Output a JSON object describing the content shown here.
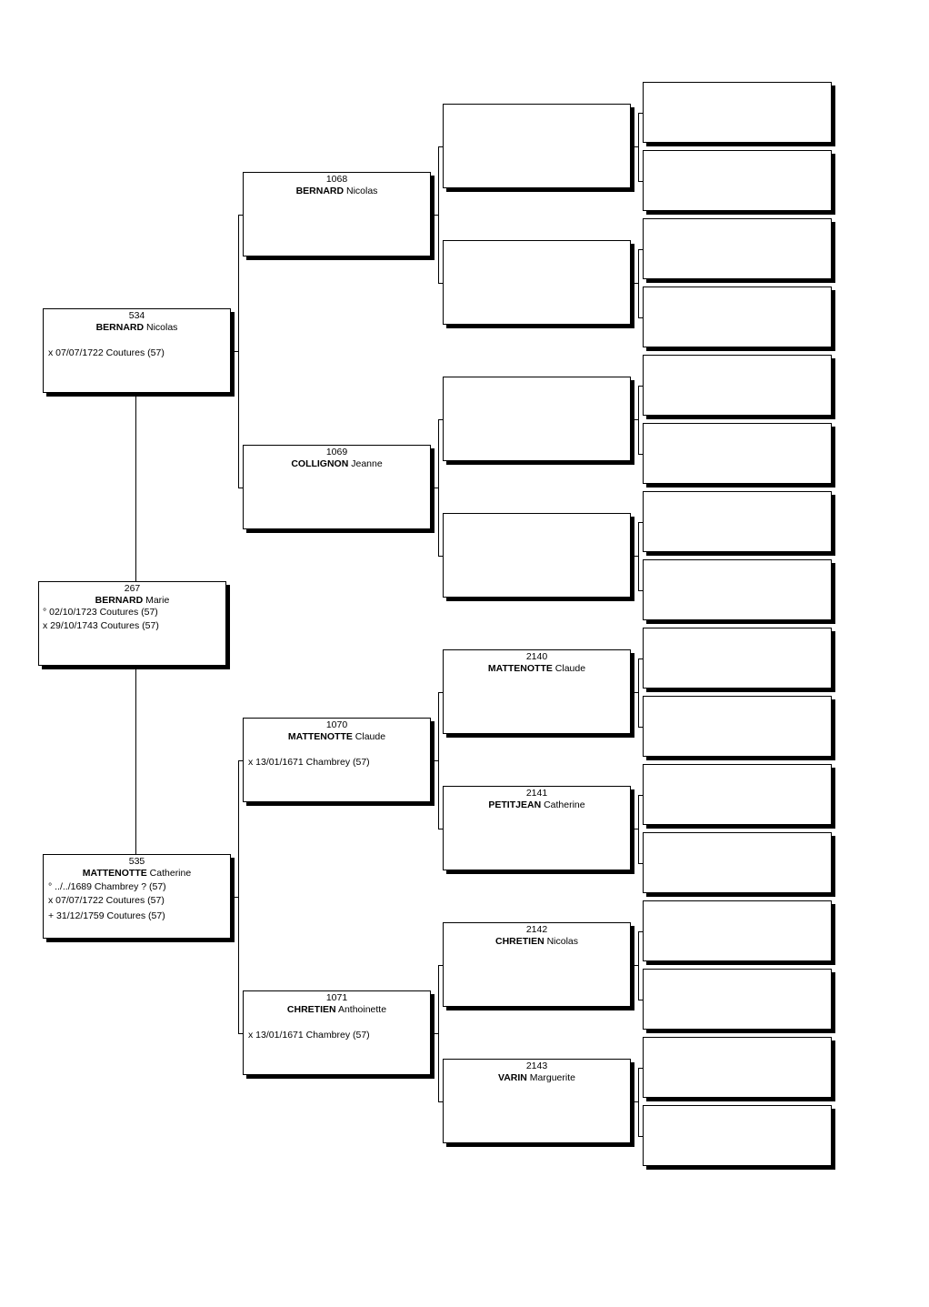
{
  "persons": {
    "p267": {
      "num": "267",
      "surname": "BERNARD",
      "given": "Marie",
      "events": [
        "° 02/10/1723 Coutures (57)",
        "x 29/10/1743 Coutures (57)"
      ]
    },
    "p534": {
      "num": "534",
      "surname": "BERNARD",
      "given": "Nicolas",
      "marriage": "x 07/07/1722 Coutures (57)"
    },
    "p535": {
      "num": "535",
      "surname": "MATTENOTTE",
      "given": "Catherine",
      "events": [
        "° ../../1689 Chambrey ? (57)",
        "x 07/07/1722 Coutures (57)",
        "+ 31/12/1759 Coutures (57)"
      ]
    },
    "p1068": {
      "num": "1068",
      "surname": "BERNARD",
      "given": "Nicolas"
    },
    "p1069": {
      "num": "1069",
      "surname": "COLLIGNON",
      "given": "Jeanne"
    },
    "p1070": {
      "num": "1070",
      "surname": "MATTENOTTE",
      "given": "Claude",
      "marriage": "x 13/01/1671 Chambrey (57)"
    },
    "p1071": {
      "num": "1071",
      "surname": "CHRETIEN",
      "given": "Anthoinette",
      "marriage": "x 13/01/1671 Chambrey (57)"
    },
    "p2140": {
      "num": "2140",
      "surname": "MATTENOTTE",
      "given": "Claude"
    },
    "p2141": {
      "num": "2141",
      "surname": "PETITJEAN",
      "given": "Catherine"
    },
    "p2142": {
      "num": "2142",
      "surname": "CHRETIEN",
      "given": "Nicolas"
    },
    "p2143": {
      "num": "2143",
      "surname": "VARIN",
      "given": "Marguerite"
    }
  }
}
